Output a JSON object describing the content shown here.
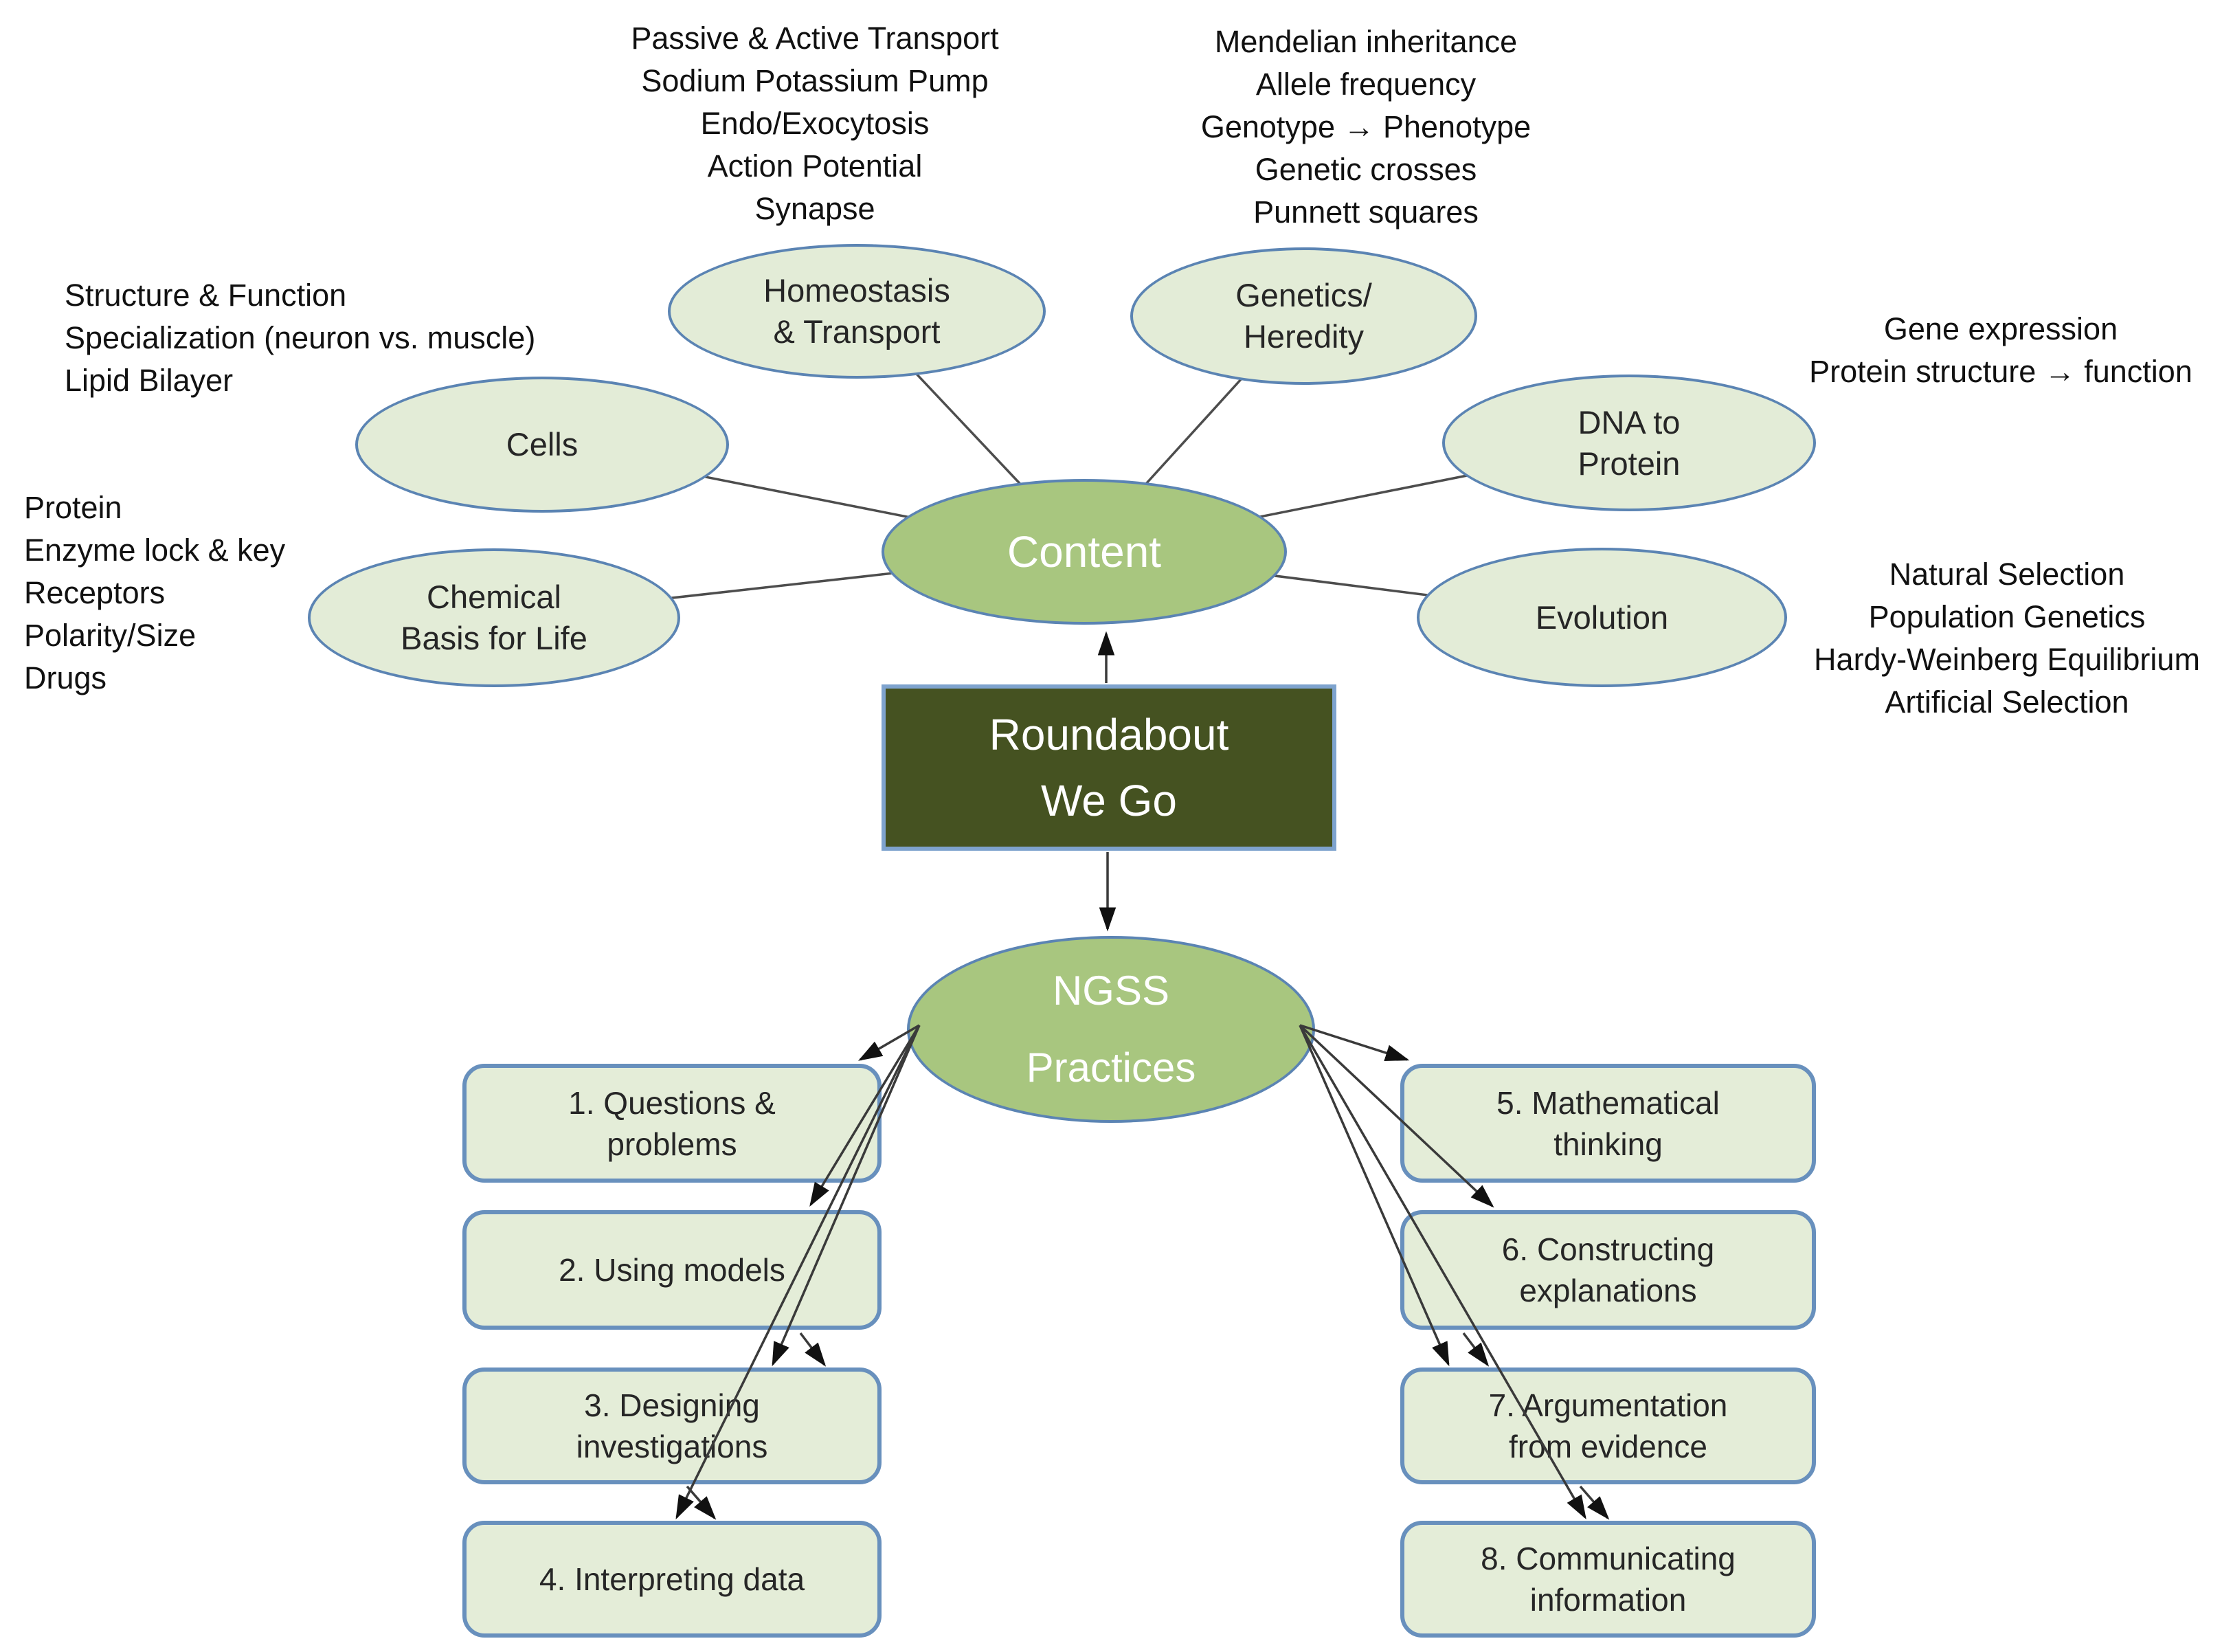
{
  "title": "Roundabout We Go concept map",
  "colors": {
    "node_fill": "#e3ecd7",
    "node_border": "#5b84b3",
    "box_border": "#6890bd",
    "hub_fill": "#a8c67f",
    "dark_box_fill": "#455221",
    "dark_box_border": "#7ea3ce",
    "connector": "#3a3a3a",
    "text": "#1f1f1f"
  },
  "hub": {
    "content_label": "Content",
    "ngss_lines": [
      "NGSS",
      "Practices"
    ],
    "roundabout_lines": [
      "Roundabout",
      "We Go"
    ]
  },
  "content_nodes": {
    "homeostasis": {
      "label_lines": [
        "Homeostasis",
        "& Transport"
      ]
    },
    "genetics": {
      "label_lines": [
        "Genetics/",
        "Heredity"
      ]
    },
    "cells": {
      "label_lines": [
        "Cells"
      ]
    },
    "chemical": {
      "label_lines": [
        "Chemical",
        "Basis for Life"
      ]
    },
    "dna": {
      "label_lines": [
        "DNA to",
        "Protein"
      ]
    },
    "evolution": {
      "label_lines": [
        "Evolution"
      ]
    }
  },
  "annotations": {
    "homeostasis": {
      "lines": [
        "Passive & Active Transport",
        "Sodium Potassium Pump",
        "Endo/Exocytosis",
        "Action Potential",
        "Synapse"
      ]
    },
    "genetics": {
      "lines": [
        "Mendelian inheritance",
        "Allele frequency",
        "Genotype → Phenotype",
        "Genetic crosses",
        "Punnett squares"
      ]
    },
    "cells": {
      "lines": [
        "Structure & Function",
        "Specialization (neuron vs. muscle)",
        "Lipid Bilayer"
      ]
    },
    "chemical": {
      "lines": [
        "Protein",
        "Enzyme lock & key",
        "Receptors",
        "Polarity/Size",
        "Drugs"
      ]
    },
    "dna": {
      "lines": [
        "Gene expression",
        "Protein structure → function"
      ]
    },
    "evolution": {
      "lines": [
        "Natural Selection",
        "Population Genetics",
        "Hardy-Weinberg Equilibrium",
        "Artificial Selection"
      ]
    }
  },
  "practices": [
    {
      "label_lines": [
        "1. Questions &",
        "problems"
      ]
    },
    {
      "label_lines": [
        "2. Using models"
      ]
    },
    {
      "label_lines": [
        "3. Designing",
        "investigations"
      ]
    },
    {
      "label_lines": [
        "4. Interpreting data"
      ]
    },
    {
      "label_lines": [
        "5. Mathematical",
        "thinking"
      ]
    },
    {
      "label_lines": [
        "6. Constructing",
        "explanations"
      ]
    },
    {
      "label_lines": [
        "7. Argumentation",
        "from evidence"
      ]
    },
    {
      "label_lines": [
        "8. Communicating",
        "information"
      ]
    }
  ]
}
